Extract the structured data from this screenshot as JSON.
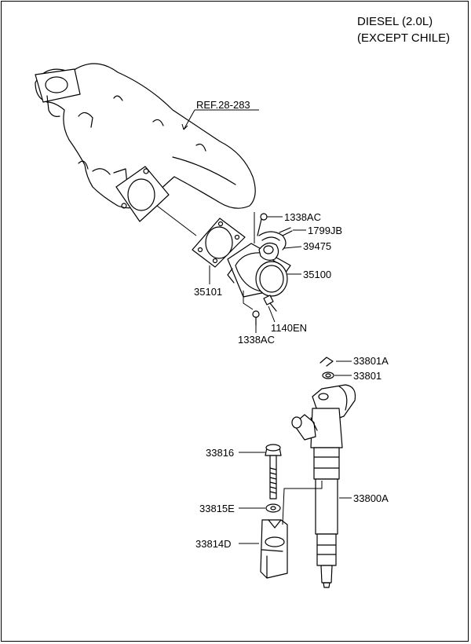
{
  "title": {
    "line1": "DIESEL (2.0L)",
    "line2": "(EXCEPT CHILE)"
  },
  "reference": "REF.28-283",
  "parts": {
    "p1338ac_top": "1338AC",
    "p1799jb": "1799JB",
    "p39475": "39475",
    "p35100": "35100",
    "p35101": "35101",
    "p1140en": "1140EN",
    "p1338ac_bottom": "1338AC",
    "p33801a": "33801A",
    "p33801": "33801",
    "p33816": "33816",
    "p33815e": "33815E",
    "p33800a": "33800A",
    "p33814d": "33814D"
  }
}
